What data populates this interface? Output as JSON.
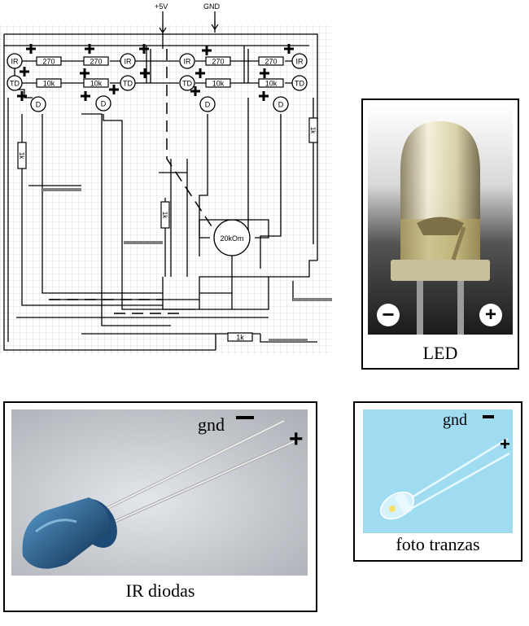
{
  "schematic": {
    "supply_label": "+5V",
    "ground_label": "GND",
    "ir_label": "IR",
    "td_label": "TD",
    "d_label": "D",
    "r270_label": "270",
    "r10k_label": "10k",
    "r1k_label": "1k",
    "pot_label": "20kOm"
  },
  "led_panel": {
    "caption": "LED",
    "minus_symbol": "−",
    "plus_symbol": "+"
  },
  "ir_panel": {
    "caption": "IR diodas",
    "gnd_label": "gnd",
    "minus_symbol": "−",
    "plus_symbol": "+"
  },
  "photo_panel": {
    "caption": "foto tranzas",
    "gnd_label": "gnd",
    "minus_symbol": "−",
    "plus_symbol": "+"
  },
  "colors": {
    "grid": "#d6d6d6",
    "wire": "#000000",
    "lcd_bar": "#808080",
    "photo_bg": "#9fdcf2",
    "ir_bg": "#c2c6cb"
  }
}
